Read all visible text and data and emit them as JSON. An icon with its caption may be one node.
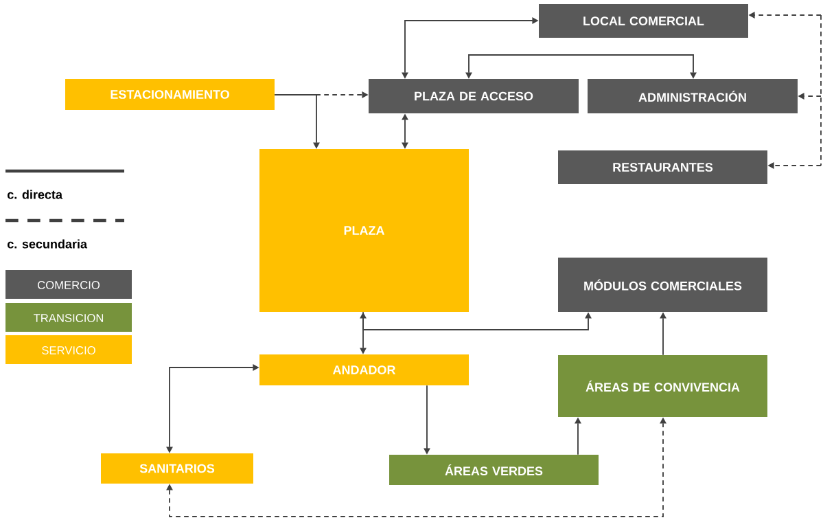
{
  "diagram": {
    "nodes": [
      {
        "text": [
          "LOCAL COMERCIAL"
        ]
      },
      {
        "text": [
          "ESTACIONAMIENTO"
        ]
      },
      {
        "text": [
          "PLAZA DE ACCESO"
        ]
      },
      {
        "text": [
          "ADMINISTRACIÓN"
        ]
      },
      {
        "text": [
          "RESTAURANTES"
        ]
      },
      {
        "text": [
          "PLAZA"
        ]
      },
      {
        "text": [
          "MÓDULOS COMERCIALES"
        ]
      },
      {
        "text": [
          "ANDADOR"
        ]
      },
      {
        "text": [
          "ÁREAS DE CONVIVENCIA"
        ]
      },
      {
        "text": [
          "SANITARIOS"
        ]
      },
      {
        "text": [
          "ÁREAS VERDES"
        ]
      }
    ],
    "edges": [
      {
        "from": 2,
        "to": 0,
        "arrow": "both"
      },
      {
        "from": 2,
        "to": 3,
        "arrow": "both"
      },
      {
        "from": 1,
        "to": 2,
        "arrow": "to",
        "style": "dashed"
      },
      {
        "from": 1,
        "to": 5,
        "arrow": "to"
      },
      {
        "from": 2,
        "to": 5,
        "arrow": "both"
      },
      {
        "from": null,
        "to": 0,
        "arrow": "to",
        "style": "dashed"
      },
      {
        "from": null,
        "to": 3,
        "arrow": "to",
        "style": "dashed"
      },
      {
        "from": null,
        "to": 4,
        "arrow": "to",
        "style": "dashed"
      },
      {
        "from": 5,
        "to": 7,
        "arrow": "both"
      },
      {
        "from": 5,
        "to": 6,
        "arrow": "to"
      },
      {
        "from": 7,
        "to": 9,
        "arrow": "both"
      },
      {
        "from": 7,
        "to": 10,
        "arrow": "to"
      },
      {
        "from": 10,
        "to": 8,
        "arrow": "to"
      },
      {
        "from": 8,
        "to": 6,
        "arrow": "to"
      },
      {
        "from": 9,
        "to": 8,
        "arrow": "both",
        "style": "dashed"
      }
    ],
    "legend": [
      {
        "text": "c. directa"
      },
      {
        "text": "c. secundaria"
      },
      {
        "text": "COMERCIO",
        "color": "#595959"
      },
      {
        "text": "TRANSICION",
        "color": "#77933c"
      },
      {
        "text": "SERVICIO",
        "color": "#ffc000"
      }
    ]
  }
}
